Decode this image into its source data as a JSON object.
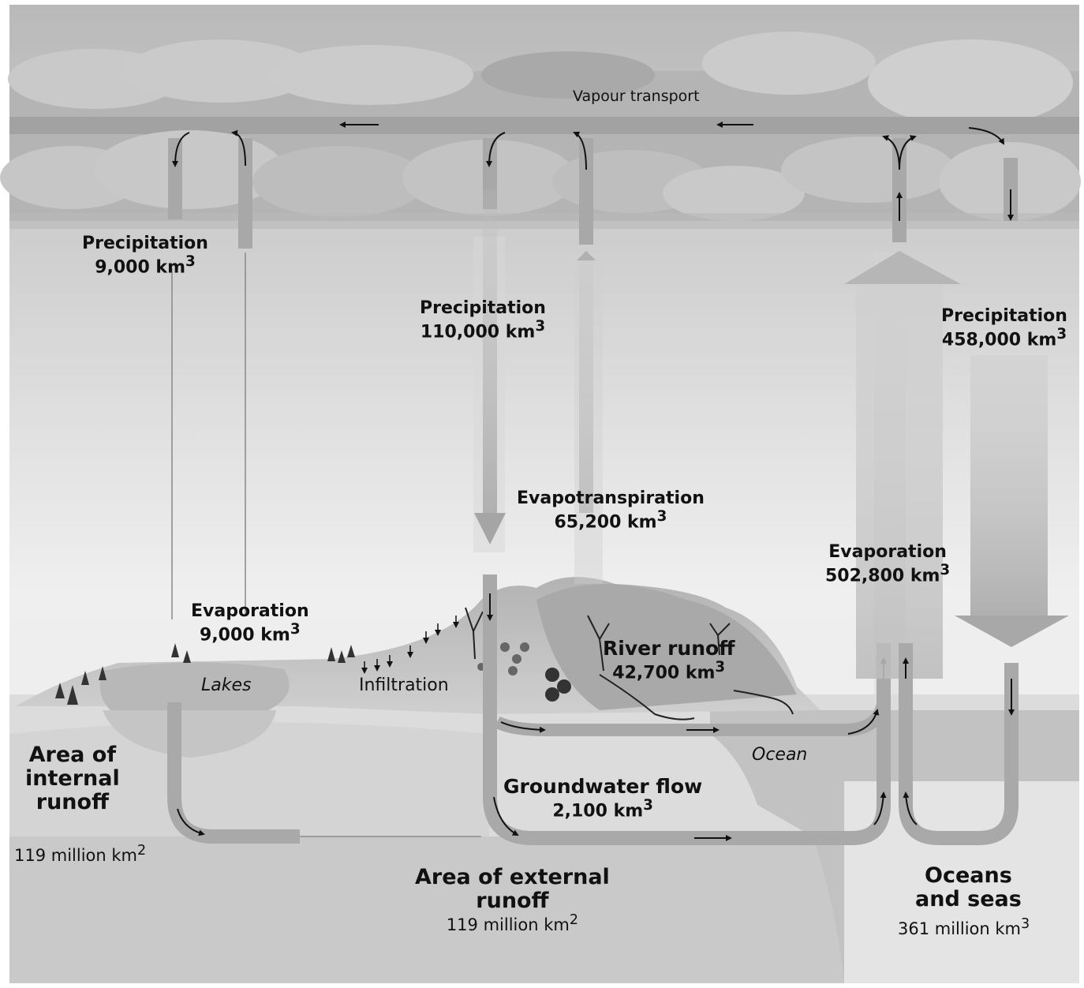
{
  "vapour_transport": "Vapour transport",
  "land_precipitation_left": {
    "label": "Precipitation",
    "value": "9,000 km",
    "exp": "3"
  },
  "land_precipitation_mid": {
    "label": "Precipitation",
    "value": "110,000 km",
    "exp": "3"
  },
  "ocean_precipitation": {
    "label": "Precipitation",
    "value": "458,000 km",
    "exp": "3"
  },
  "evapotranspiration": {
    "label": "Evapotranspiration",
    "value": "65,200 km",
    "exp": "3"
  },
  "ocean_evaporation": {
    "label": "Evaporation",
    "value": "502,800 km",
    "exp": "3"
  },
  "lake_evaporation": {
    "label": "Evaporation",
    "value": "9,000 km",
    "exp": "3"
  },
  "lakes": "Lakes",
  "infiltration": "Infiltration",
  "river_runoff": {
    "label": "River runoff",
    "value": "42,700 km",
    "exp": "3"
  },
  "ocean": "Ocean",
  "groundwater_flow": {
    "label": "Groundwater flow",
    "value": "2,100 km",
    "exp": "3"
  },
  "internal_area": {
    "line1": "Area of",
    "line2": "internal",
    "line3": "runoff",
    "value": "119 million km",
    "exp": "2"
  },
  "external_area": {
    "line1": "Area of external",
    "line2": "runoff",
    "value": "119 million km",
    "exp": "2"
  },
  "oceans_seas": {
    "line1": "Oceans",
    "line2": "and seas",
    "value": "361 million km",
    "exp": "3"
  }
}
